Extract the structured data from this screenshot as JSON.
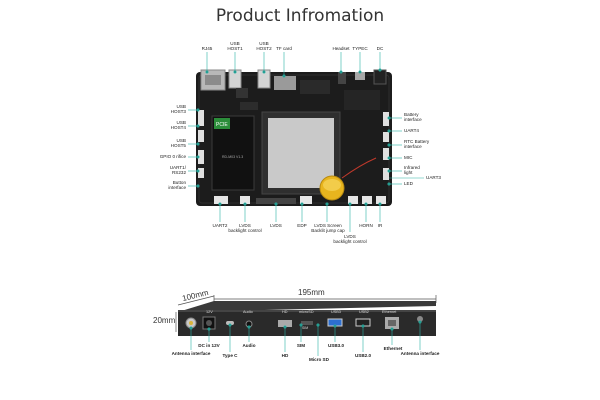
{
  "title": "Product Infromation",
  "board": {
    "top_labels": [
      "RJ45",
      "USB\nHOST1",
      "USB\nHOST2",
      "TF card",
      "Headset",
      "TYPEC",
      "DC"
    ],
    "left_labels": [
      "USB\nHOST3",
      "USB\nHOST4",
      "USB\nHOST5",
      "GPIO 0 rifice",
      "UART1/\nRS232",
      "Button\ninterface"
    ],
    "right_labels": [
      "Battery\ninterface",
      "UART4",
      "RTC Battery\ninterface",
      "MIC",
      "Infrared\nlight",
      "LED",
      "UART3"
    ],
    "bottom_labels": [
      "UART2",
      "LVDS\nbacklight control",
      "LVDS",
      "EDP",
      "LVDS Screen\nBacklit jump cap",
      "LVDS\nbacklight control",
      "HORN",
      "IR"
    ],
    "chip_text": "PCIE",
    "module_text": "RD-M03 V1.3"
  },
  "enclosure": {
    "width_dim": "195mm",
    "depth_dim": "100mm",
    "height_dim": "20mm",
    "panel_labels": [
      "12V",
      "Audio",
      "HD",
      "microSD",
      "USB3",
      "USB2",
      "Ethernet"
    ],
    "bottom_labels": [
      "Antenna interface",
      "DC in 12V",
      "Type C",
      "Audio",
      "HD",
      "SIM",
      "Micro SD",
      "USB3.0",
      "USB2.0",
      "Ethernet",
      "Antenna interface"
    ],
    "sim_label": "SIM"
  },
  "colors": {
    "pcb": "#1c1c1c",
    "leader": "#2bb3a6",
    "dot": "#1f8f86",
    "shield": "#c9c9c9",
    "battery": "#e8b51e",
    "enclosure": "#2a2a2a"
  }
}
